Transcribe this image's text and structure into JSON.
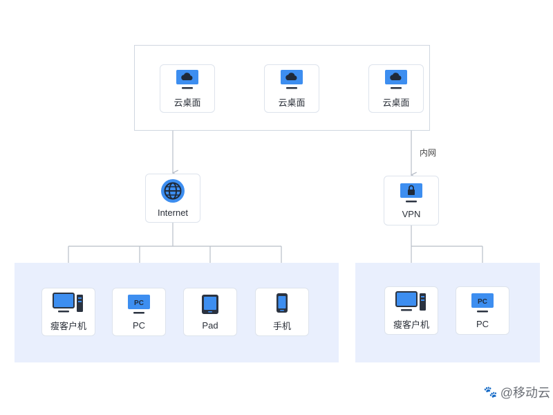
{
  "cloud_desktops": [
    {
      "label": "云桌面"
    },
    {
      "label": "云桌面"
    },
    {
      "label": "云桌面"
    }
  ],
  "internet": {
    "label": "Internet"
  },
  "intranet_link": {
    "label": "内网"
  },
  "vpn": {
    "label": "VPN"
  },
  "internet_clients": [
    {
      "label": "瘦客户机",
      "icon": "thin-client-icon"
    },
    {
      "label": "PC",
      "icon": "pc-monitor-icon",
      "badge": "PC"
    },
    {
      "label": "Pad",
      "icon": "tablet-icon"
    },
    {
      "label": "手机",
      "icon": "phone-icon"
    }
  ],
  "vpn_clients": [
    {
      "label": "瘦客户机",
      "icon": "thin-client-icon"
    },
    {
      "label": "PC",
      "icon": "pc-monitor-icon",
      "badge": "PC"
    }
  ],
  "watermark": {
    "text": "@移动云"
  },
  "colors": {
    "accent": "#3d8ef0",
    "icon_dark": "#2b3340",
    "region_bg": "#e9effd",
    "line": "#b8bec8"
  }
}
